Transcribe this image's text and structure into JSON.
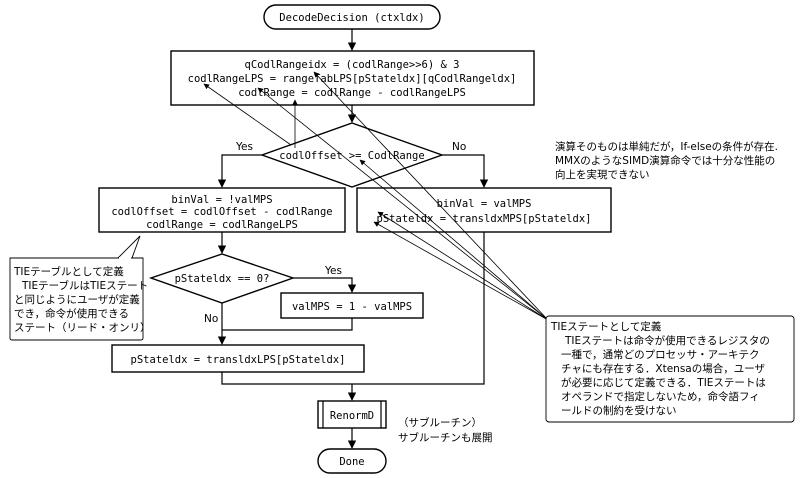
{
  "start": "DecodeDecision (ctxldx)",
  "box1": [
    "qCodlRangeidx = (codlRange>>6) & 3",
    "codlRangeLPS = rangeTabLPS[pStateldx][qCodlRangeldx]",
    "codlRange = codlRange - codlRangeLPS"
  ],
  "decision1": "codlOffset >= CodlRange",
  "yes_label": "Yes",
  "no_label": "No",
  "box_left": [
    "binVal = !valMPS",
    "codlOffset = codlOffset - codlRange",
    "codlRange = codlRangeLPS"
  ],
  "box_right": [
    "binVal = valMPS",
    "pStateldx = transldxMPS[pStateldx]"
  ],
  "decision2": "pStateldx == 0?",
  "yes_label2": "Yes",
  "no_label2": "No",
  "box_valmps": "valMPS = 1 - valMPS",
  "box_lps": "pStateldx = transldxLPS[pStateldx]",
  "renorm": "RenormD",
  "done": "Done",
  "note_top": [
    "演算そのものは単純だが，If-elseの条件が存在.",
    "MMXのようなSIMD演算命令では十分な性能の",
    "向上を実現できない"
  ],
  "note_table": {
    "title": "TIEテーブルとして定義",
    "lines": [
      "TIEテーブルはTIEステート",
      "と同じようにユーザが定義",
      "でき，命令が使用できる",
      "ステート（リード・オンリ）"
    ]
  },
  "note_state": {
    "title": "TIEステートとして定義",
    "lines": [
      "TIEステートは命令が使用できるレジスタの",
      "一種で，通常どのプロセッサ・アーキテク",
      "チャにも存在する．Xtensaの場合，ユーザ",
      "が必要に応じて定義できる．TIEステートは",
      "オペランドで指定しないため，命令語フィ",
      "ールドの制約を受けない"
    ]
  },
  "note_sub": [
    "（サブルーチン）",
    "サブルーチンも展開"
  ]
}
